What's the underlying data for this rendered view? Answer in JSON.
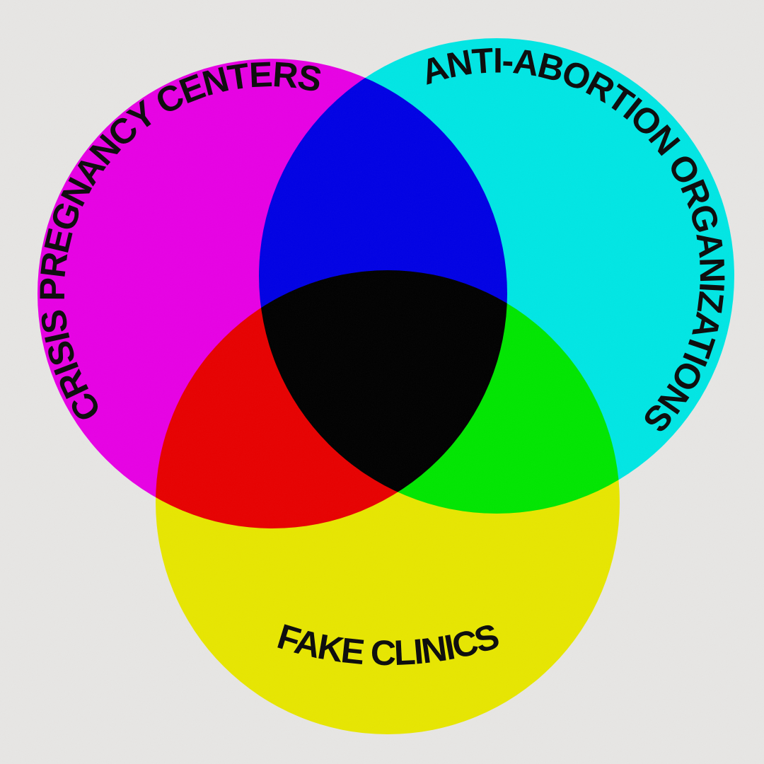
{
  "diagram": {
    "type": "venn",
    "background_color": "#e7e6e4",
    "label_color": "#0b0b0b",
    "blend_mode": "multiply",
    "circles": [
      {
        "id": "crisis-pregnancy-centers",
        "label": "CRISIS PREGNANCY CENTERS",
        "color": "#ff00ff",
        "position": "top-left"
      },
      {
        "id": "anti-abortion-organizations",
        "label": "ANTI-ABORTION ORGANIZATIONS",
        "color": "#00ffff",
        "position": "top-right"
      },
      {
        "id": "fake-clinics",
        "label": "FAKE CLINICS",
        "color": "#ffff00",
        "position": "bottom"
      }
    ],
    "overlap_colors": {
      "magenta_cyan": "#0000ff",
      "magenta_yellow": "#ff0000",
      "cyan_yellow": "#00ff00",
      "center_all": "#000000"
    }
  }
}
